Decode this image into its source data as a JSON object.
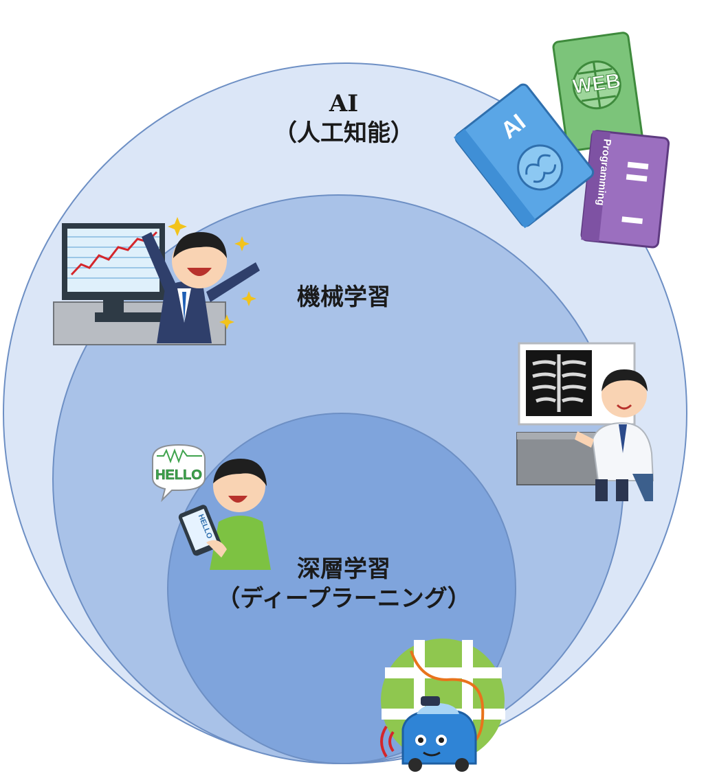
{
  "labels": {
    "ai_line1": "AI",
    "ai_line2": "（人工知能）",
    "ml": "機械学習",
    "dl_line1": "深層学習",
    "dl_line2": "（ディープラーニング）"
  },
  "illustrations": {
    "books": {
      "ai_book_text": "AI",
      "web_book_text": "WEB",
      "programming_book_text": "Programming"
    },
    "speech_bubble_text": "HELLO",
    "phone_text": "HELLO"
  },
  "colors": {
    "outer_circle": "#dbe6f7",
    "middle_circle": "#a9c2e8",
    "inner_circle": "#7fa4dc",
    "circle_stroke": "#6d8fc4"
  }
}
